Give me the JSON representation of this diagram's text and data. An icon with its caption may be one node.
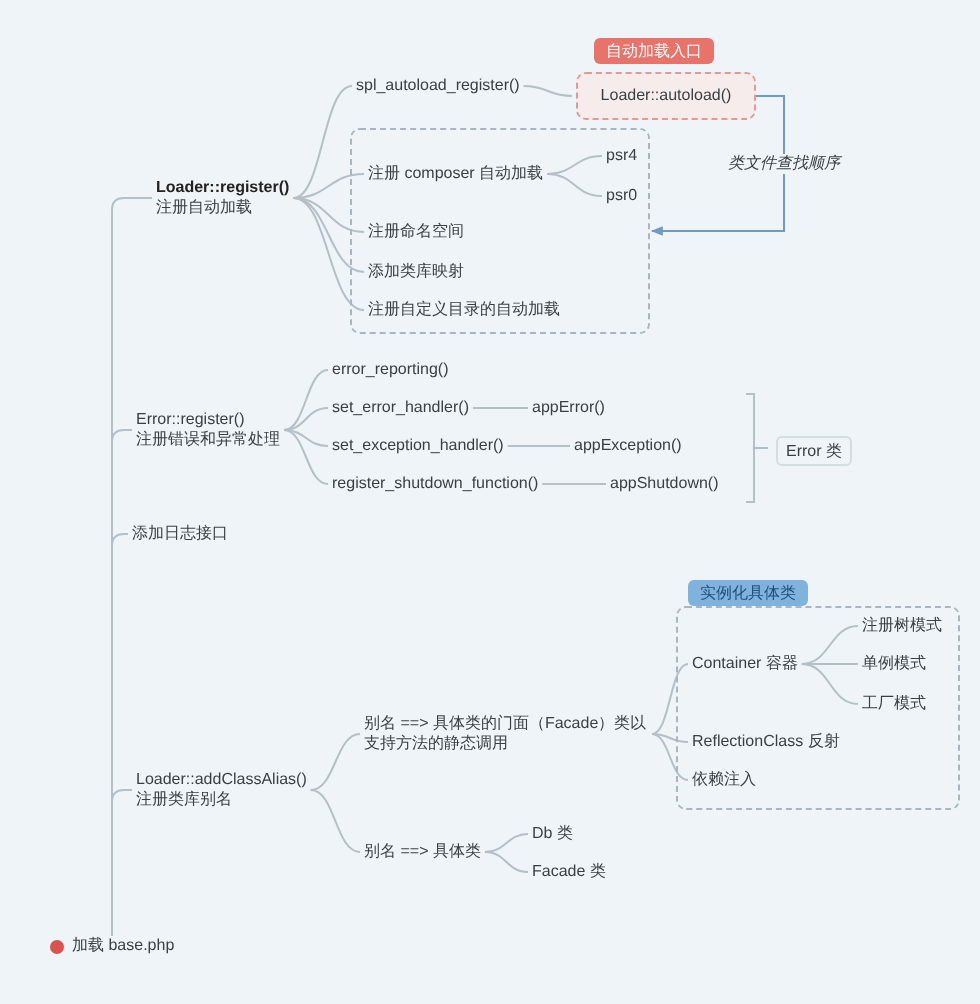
{
  "diagram": {
    "nodes": [
      {
        "text": [
          "加载 base.php"
        ]
      },
      {
        "text": [
          "Loader::register()",
          "注册自动加载"
        ]
      },
      {
        "text": [
          "spl_autoload_register()"
        ]
      },
      {
        "text": [
          "自动加载入口",
          "Loader::autoload()"
        ]
      },
      {
        "text": [],
        "shape": "box"
      },
      {
        "text": [
          "注册 composer 自动加载"
        ],
        "in": 4
      },
      {
        "text": [
          "psr4"
        ],
        "in": 4
      },
      {
        "text": [
          "psr0"
        ],
        "in": 4
      },
      {
        "text": [
          "注册命名空间"
        ],
        "in": 4
      },
      {
        "text": [
          "添加类库映射"
        ],
        "in": 4
      },
      {
        "text": [
          "注册自定义目录的自动加载"
        ],
        "in": 4
      },
      {
        "text": [
          "Error::register()",
          "注册错误和异常处理"
        ]
      },
      {
        "text": [
          "error_reporting()"
        ]
      },
      {
        "text": [
          "set_error_handler()"
        ]
      },
      {
        "text": [
          "appError()"
        ]
      },
      {
        "text": [
          "set_exception_handler()"
        ]
      },
      {
        "text": [
          "appException()"
        ]
      },
      {
        "text": [
          "register_shutdown_function()"
        ]
      },
      {
        "text": [
          "appShutdown()"
        ]
      },
      {
        "text": [
          "添加日志接口"
        ]
      },
      {
        "text": [
          "Loader::addClassAlias()",
          "注册类库别名"
        ]
      },
      {
        "text": [
          "别名 ==> 具体类的门面（Facade）类以支持方法的静态调用"
        ]
      },
      {
        "text": [
          "实例化具体类"
        ]
      },
      {
        "text": [
          "Container 容器"
        ],
        "in": 22
      },
      {
        "text": [
          "注册树模式"
        ],
        "in": 22
      },
      {
        "text": [
          "单例模式"
        ],
        "in": 22
      },
      {
        "text": [
          "工厂模式"
        ],
        "in": 22
      },
      {
        "text": [
          "ReflectionClass 反射"
        ],
        "in": 22
      },
      {
        "text": [
          "依赖注入"
        ],
        "in": 22
      },
      {
        "text": [
          "别名 ==> 具体类"
        ]
      },
      {
        "text": [
          "Db 类"
        ]
      },
      {
        "text": [
          "Facade 类"
        ]
      }
    ],
    "edges": [
      {
        "from": 0,
        "to": 1,
        "arrow": "none"
      },
      {
        "from": 0,
        "to": 11,
        "arrow": "none"
      },
      {
        "from": 0,
        "to": 19,
        "arrow": "none"
      },
      {
        "from": 0,
        "to": 20,
        "arrow": "none"
      },
      {
        "from": 1,
        "to": 2,
        "arrow": "none"
      },
      {
        "from": 2,
        "to": 3,
        "arrow": "none"
      },
      {
        "from": 3,
        "to": 4,
        "arrow": "to",
        "label": "类文件查找顺序",
        "color": "#6f9bbd"
      },
      {
        "from": 1,
        "to": 5,
        "arrow": "none"
      },
      {
        "from": 1,
        "to": 8,
        "arrow": "none"
      },
      {
        "from": 1,
        "to": 9,
        "arrow": "none"
      },
      {
        "from": 1,
        "to": 10,
        "arrow": "none"
      },
      {
        "from": 5,
        "to": 6,
        "arrow": "none"
      },
      {
        "from": 5,
        "to": 7,
        "arrow": "none"
      },
      {
        "from": 11,
        "to": 12,
        "arrow": "none"
      },
      {
        "from": 11,
        "to": 13,
        "arrow": "none"
      },
      {
        "from": 13,
        "to": 14,
        "arrow": "none"
      },
      {
        "from": 11,
        "to": 15,
        "arrow": "none"
      },
      {
        "from": 15,
        "to": 16,
        "arrow": "none"
      },
      {
        "from": 11,
        "to": 17,
        "arrow": "none"
      },
      {
        "from": 17,
        "to": 18,
        "arrow": "none"
      },
      {
        "from": 20,
        "to": 21,
        "arrow": "none"
      },
      {
        "from": 20,
        "to": 29,
        "arrow": "none"
      },
      {
        "from": 21,
        "to": 23,
        "arrow": "none"
      },
      {
        "from": 21,
        "to": 27,
        "arrow": "none"
      },
      {
        "from": 21,
        "to": 28,
        "arrow": "none"
      },
      {
        "from": 23,
        "to": 24,
        "arrow": "none"
      },
      {
        "from": 23,
        "to": 25,
        "arrow": "none"
      },
      {
        "from": 23,
        "to": 26,
        "arrow": "none"
      },
      {
        "from": 29,
        "to": 30,
        "arrow": "none"
      },
      {
        "from": 29,
        "to": 31,
        "arrow": "none"
      }
    ],
    "labels": [
      "Error 类"
    ]
  }
}
